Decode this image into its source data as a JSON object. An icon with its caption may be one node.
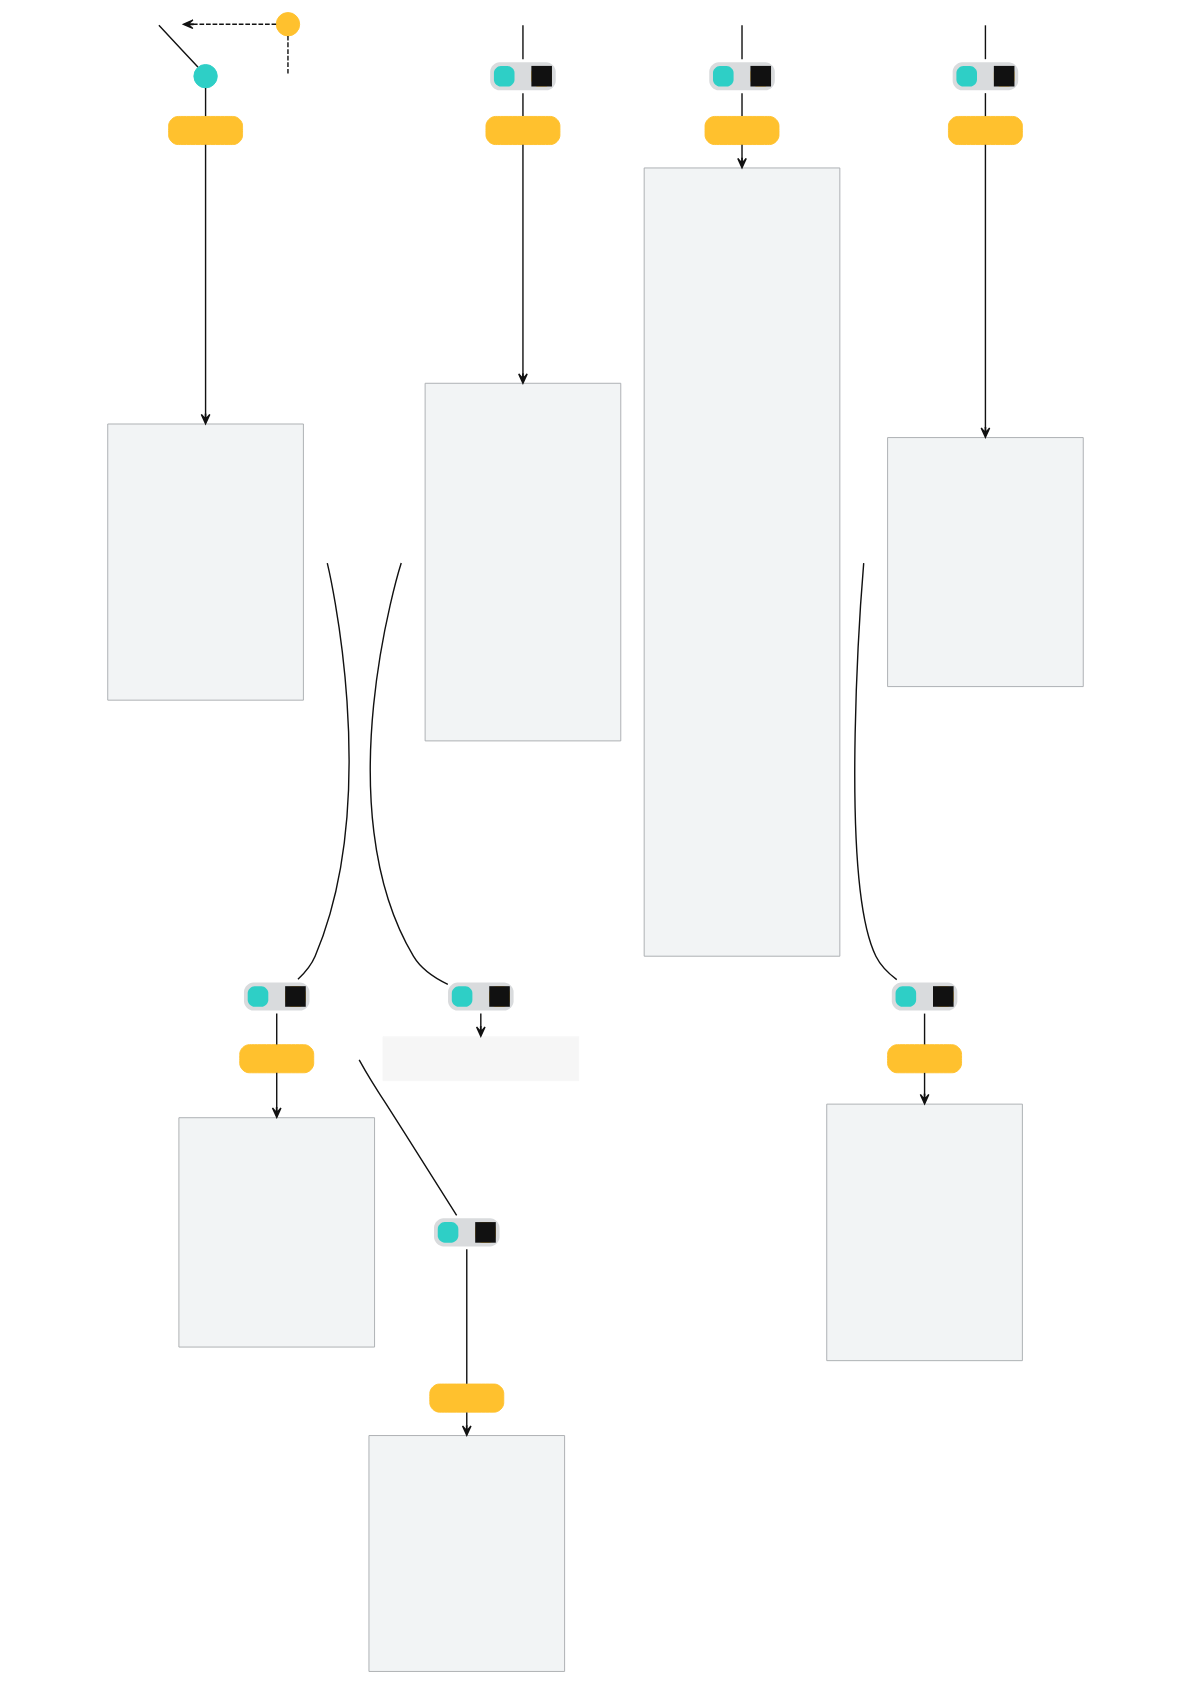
{
  "diagram": {
    "nodes": [
      {
        "text": [],
        "shape": "circle"
      },
      {
        "text": [],
        "shape": "circle"
      },
      {
        "text": [],
        "shape": "pill"
      },
      {
        "text": [],
        "shape": "box"
      },
      {
        "text": [],
        "shape": "toggle"
      },
      {
        "text": [],
        "shape": "pill"
      },
      {
        "text": [],
        "shape": "box"
      },
      {
        "text": [],
        "shape": "toggle"
      },
      {
        "text": [],
        "shape": "pill"
      },
      {
        "text": [],
        "shape": "box"
      },
      {
        "text": [],
        "shape": "toggle"
      },
      {
        "text": [],
        "shape": "pill"
      },
      {
        "text": [],
        "shape": "box"
      },
      {
        "text": [],
        "shape": "toggle"
      },
      {
        "text": [],
        "shape": "pill"
      },
      {
        "text": [],
        "shape": "box"
      },
      {
        "text": [],
        "shape": "toggle"
      },
      {
        "text": [],
        "shape": "bar"
      },
      {
        "text": [],
        "shape": "toggle"
      },
      {
        "text": [],
        "shape": "pill"
      },
      {
        "text": [],
        "shape": "box"
      },
      {
        "text": [],
        "shape": "toggle"
      },
      {
        "text": [],
        "shape": "pill"
      },
      {
        "text": [],
        "shape": "box"
      }
    ],
    "edges": [
      {
        "from": 0,
        "to": null,
        "arrow": "to",
        "style": "dashed"
      },
      {
        "from": 0,
        "to": null,
        "arrow": "none",
        "style": "dashed"
      },
      {
        "from": null,
        "to": 1,
        "arrow": "none"
      },
      {
        "from": 1,
        "to": 2,
        "arrow": "none"
      },
      {
        "from": 2,
        "to": 3,
        "arrow": "to"
      },
      {
        "from": null,
        "to": 4,
        "arrow": "none"
      },
      {
        "from": 4,
        "to": 5,
        "arrow": "none"
      },
      {
        "from": 5,
        "to": 6,
        "arrow": "to"
      },
      {
        "from": null,
        "to": 7,
        "arrow": "none"
      },
      {
        "from": 7,
        "to": 8,
        "arrow": "none"
      },
      {
        "from": 8,
        "to": 9,
        "arrow": "to"
      },
      {
        "from": null,
        "to": 10,
        "arrow": "none"
      },
      {
        "from": 10,
        "to": 11,
        "arrow": "none"
      },
      {
        "from": 11,
        "to": 12,
        "arrow": "to"
      },
      {
        "from": null,
        "to": 13,
        "arrow": "none"
      },
      {
        "from": 13,
        "to": 14,
        "arrow": "none"
      },
      {
        "from": 14,
        "to": 15,
        "arrow": "to"
      },
      {
        "from": null,
        "to": 16,
        "arrow": "none"
      },
      {
        "from": 16,
        "to": 17,
        "arrow": "to"
      },
      {
        "from": null,
        "to": 18,
        "arrow": "none"
      },
      {
        "from": 18,
        "to": 19,
        "arrow": "none"
      },
      {
        "from": 19,
        "to": 20,
        "arrow": "to"
      },
      {
        "from": null,
        "to": 21,
        "arrow": "none"
      },
      {
        "from": 21,
        "to": 22,
        "arrow": "none"
      },
      {
        "from": 22,
        "to": 23,
        "arrow": "to"
      }
    ]
  }
}
